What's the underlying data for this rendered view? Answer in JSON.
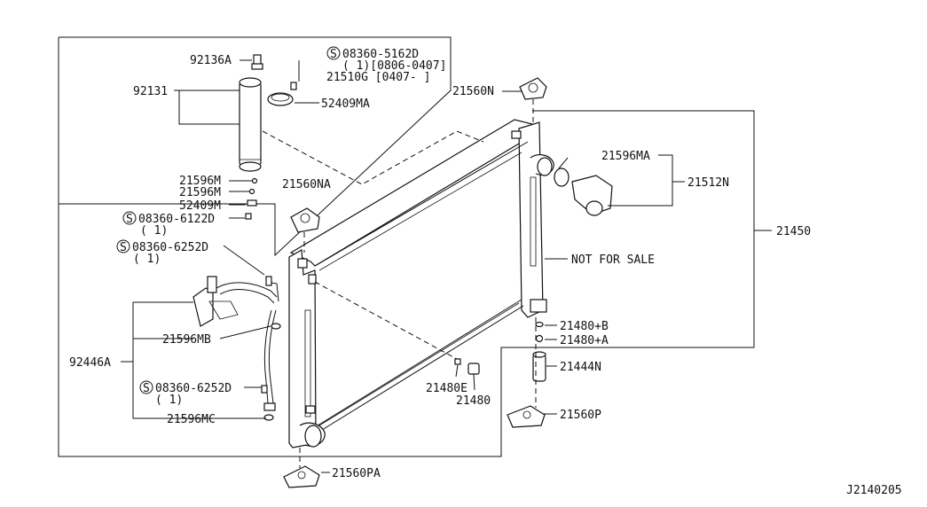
{
  "diagram_code": "J2140205",
  "note": "NOT FOR SALE",
  "labels": {
    "p92136A": "92136A",
    "p92131": "92131",
    "s08360_5162D": "08360-5162D",
    "s08360_5162D_qty": "( 1)[0806-0407]",
    "p21510G": "21510G [0407-    ]",
    "p52409MA": "52409MA",
    "p21596M_1": "21596M",
    "p21596M_2": "21596M",
    "p52409M": "52409M",
    "s08360_6122D": "08360-6122D",
    "s08360_6122D_qty": "( 1)",
    "s08360_6252D_a": "08360-6252D",
    "s08360_6252D_a_qty": "( 1)",
    "p21596MB": "21596MB",
    "p92446A": "92446A",
    "s08360_6252D_b": "08360-6252D",
    "s08360_6252D_b_qty": "( 1)",
    "p21596MC": "21596MC",
    "p21560PA": "21560PA",
    "p21560NA": "21560NA",
    "p21560N": "21560N",
    "p21596MA": "21596MA",
    "p21512N": "21512N",
    "p21450": "21450",
    "p21480B": "21480+B",
    "p21480A": "21480+A",
    "p21444N": "21444N",
    "p21480E": "21480E",
    "p21480": "21480",
    "p21560P": "21560P"
  },
  "screw_symbol": "S"
}
